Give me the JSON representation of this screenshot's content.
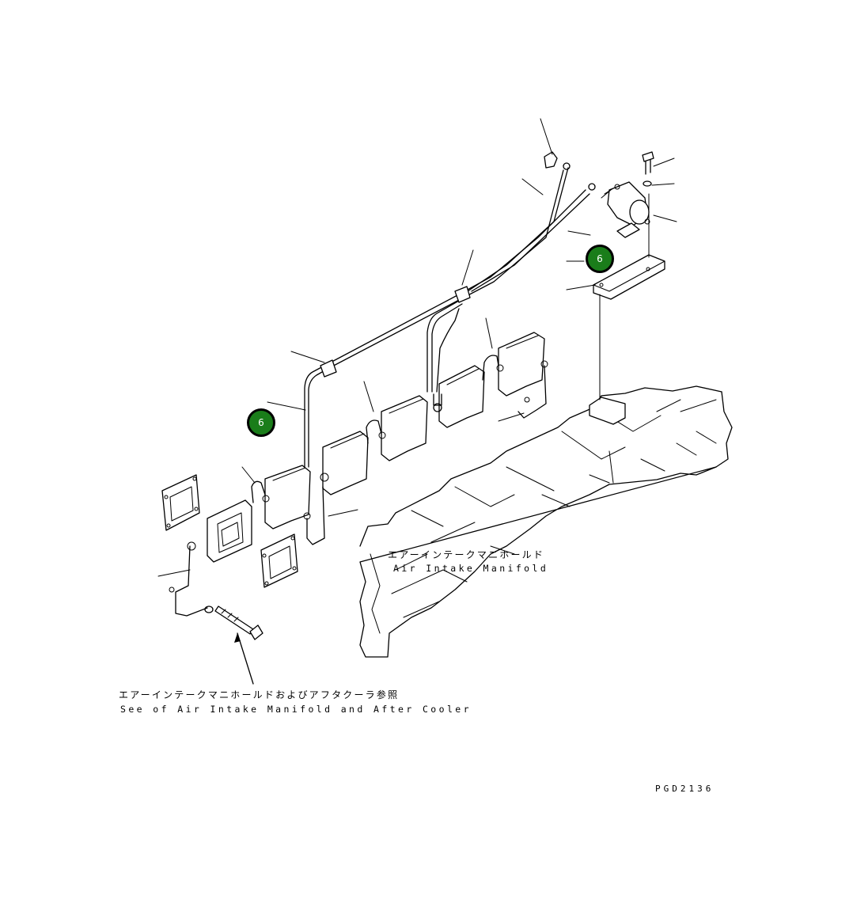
{
  "labels": {
    "manifold_jp": "エアーインテークマニホールド",
    "manifold_en": "Air Intake Manifold",
    "see_jp": "エアーインテークマニホールドおよびアフタクーラ参照",
    "see_en": "See of Air Intake Manifold and After Cooler",
    "drawing_code": "PGD2136"
  },
  "callouts": [
    {
      "number": "6",
      "color": "#1a7d1a"
    },
    {
      "number": "6",
      "color": "#1a7d1a"
    }
  ]
}
